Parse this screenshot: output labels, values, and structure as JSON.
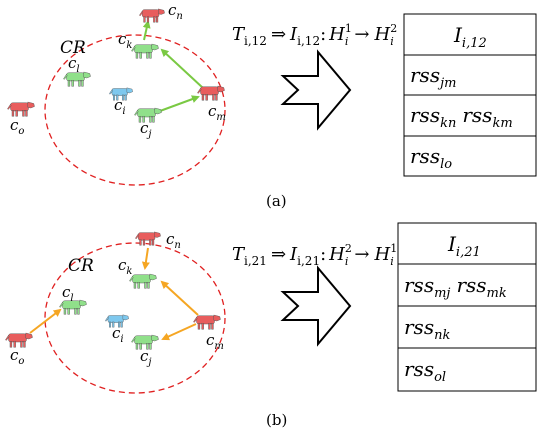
{
  "panel_a": {
    "region_label": "CR",
    "nodes": {
      "l": {
        "label": "c",
        "sub": "l",
        "color": "#90e08a"
      },
      "k": {
        "label": "c",
        "sub": "k",
        "color": "#90e08a"
      },
      "n": {
        "label": "c",
        "sub": "n",
        "color": "#e85d5d"
      },
      "i": {
        "label": "c",
        "sub": "i",
        "color": "#7ec8ee"
      },
      "j": {
        "label": "c",
        "sub": "j",
        "color": "#90e08a"
      },
      "m": {
        "label": "c",
        "sub": "m",
        "color": "#e85d5d"
      },
      "o": {
        "label": "c",
        "sub": "o",
        "color": "#e85d5d"
      }
    },
    "edge_color": "#7ac943",
    "formula": {
      "T": "T",
      "T_sub": "i,12",
      "arrow1": "⇒",
      "I": "I",
      "I_sub": "i,12",
      "colon": ":",
      "H_from": "H",
      "H_from_sub": "i",
      "H_from_sup": "1",
      "arrow2": "→",
      "H_to": "H",
      "H_to_sub": "i",
      "H_to_sup": "2"
    },
    "table": {
      "header": {
        "base": "I",
        "sub": "i,12"
      },
      "rows": [
        [
          {
            "base": "rss",
            "sub": "jm"
          }
        ],
        [
          {
            "base": "rss",
            "sub": "kn"
          },
          {
            "base": "rss",
            "sub": "km"
          }
        ],
        [
          {
            "base": "rss",
            "sub": "lo"
          }
        ]
      ]
    },
    "caption": "(a)"
  },
  "panel_b": {
    "region_label": "CR",
    "nodes": {
      "l": {
        "label": "c",
        "sub": "l",
        "color": "#90e08a"
      },
      "k": {
        "label": "c",
        "sub": "k",
        "color": "#90e08a"
      },
      "n": {
        "label": "c",
        "sub": "n",
        "color": "#e85d5d"
      },
      "i": {
        "label": "c",
        "sub": "i",
        "color": "#7ec8ee"
      },
      "j": {
        "label": "c",
        "sub": "j",
        "color": "#90e08a"
      },
      "m": {
        "label": "c",
        "sub": "m",
        "color": "#e85d5d"
      },
      "o": {
        "label": "c",
        "sub": "o",
        "color": "#e85d5d"
      }
    },
    "edge_color": "#f5a623",
    "formula": {
      "T": "T",
      "T_sub": "i,21",
      "arrow1": "⇒",
      "I": "I",
      "I_sub": "i,21",
      "colon": ":",
      "H_from": "H",
      "H_from_sub": "i",
      "H_from_sup": "2",
      "arrow2": "→",
      "H_to": "H",
      "H_to_sub": "i",
      "H_to_sup": "1"
    },
    "table": {
      "header": {
        "base": "I",
        "sub": "i,21"
      },
      "rows": [
        [
          {
            "base": "rss",
            "sub": "mj"
          },
          {
            "base": "rss",
            "sub": "mk"
          }
        ],
        [
          {
            "base": "rss",
            "sub": "nk"
          }
        ],
        [
          {
            "base": "rss",
            "sub": "ol"
          }
        ]
      ]
    },
    "caption": "(b)"
  },
  "colors": {
    "region_circle": "#e02020",
    "cow_outline": "#555555"
  }
}
